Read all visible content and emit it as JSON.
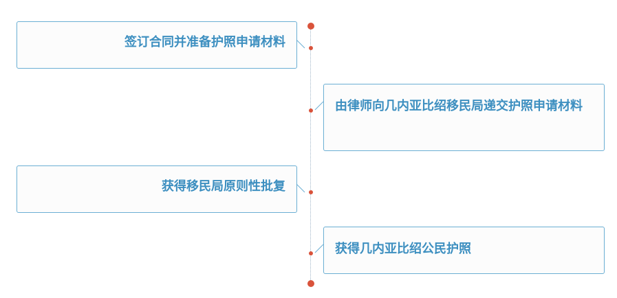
{
  "timeline": {
    "steps": [
      {
        "label": "签订合同并准备护照申请材料",
        "side": "left"
      },
      {
        "label": "由律师向几内亚比绍移民局递交护照申请材料",
        "side": "right"
      },
      {
        "label": "获得移民局原则性批复",
        "side": "left"
      },
      {
        "label": "获得几内亚比绍公民护照",
        "side": "right"
      }
    ]
  },
  "colors": {
    "accent_text": "#3d8fc0",
    "border": "#6aaed3",
    "dot": "#d9533b",
    "line": "#9fb4c7"
  }
}
